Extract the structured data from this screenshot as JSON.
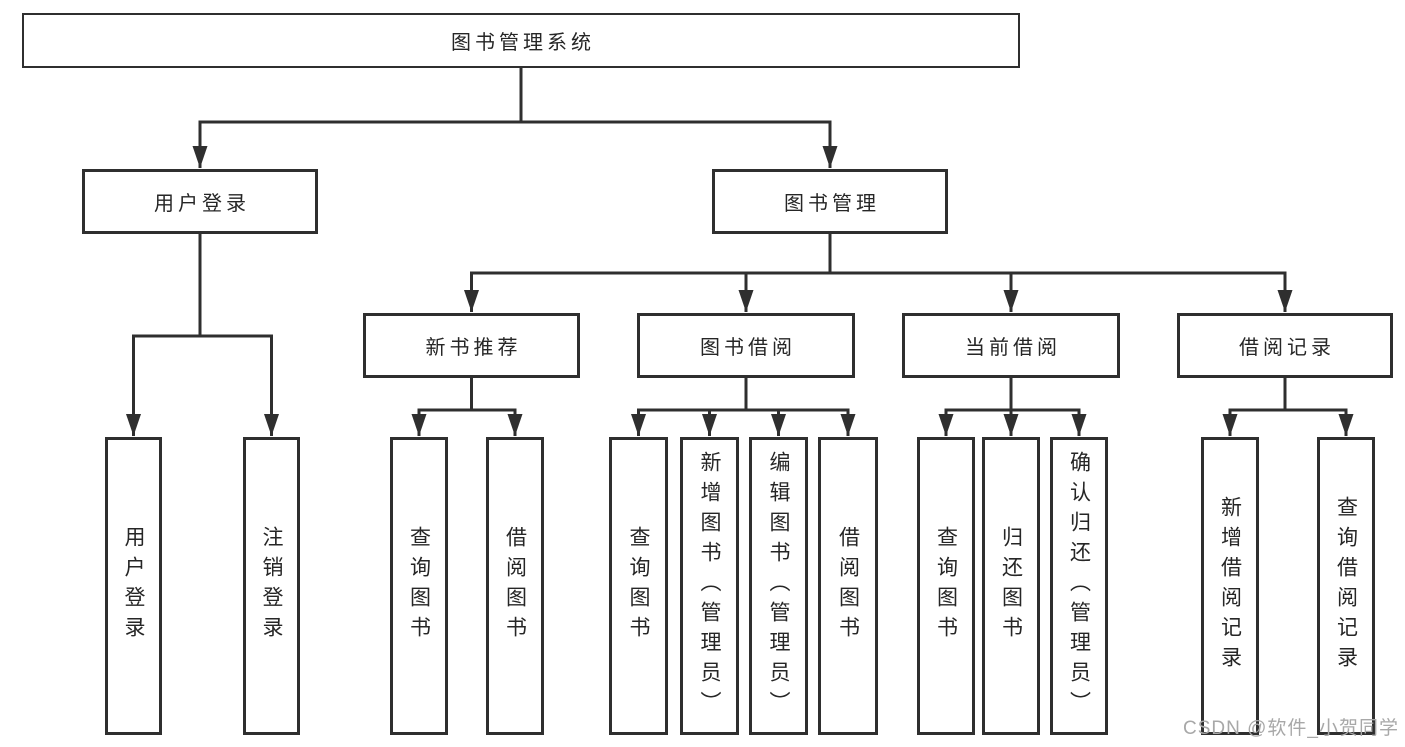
{
  "tree": {
    "root": "图书管理系统",
    "user_login": {
      "label": "用户登录",
      "children": {
        "login": "用户登录",
        "logout": "注销登录"
      }
    },
    "book_management": {
      "label": "图书管理",
      "sections": {
        "new_books": {
          "label": "新书推荐",
          "children": {
            "query": "查询图书",
            "borrow": "借阅图书"
          }
        },
        "borrowing": {
          "label": "图书借阅",
          "children": {
            "query": "查询图书",
            "add": "新增图书（管理员）",
            "edit": "编辑图书（管理员）",
            "borrow": "借阅图书"
          }
        },
        "current": {
          "label": "当前借阅",
          "children": {
            "query": "查询图书",
            "return": "归还图书",
            "confirm": "确认归还（管理员）"
          }
        },
        "records": {
          "label": "借阅记录",
          "children": {
            "add": "新增借阅记录",
            "query": "查询借阅记录"
          }
        }
      }
    }
  },
  "colors": {
    "line": "#2f2f2f",
    "box_border": "#2f2f2f",
    "text": "#262626",
    "watermark": "#a8a8a8"
  },
  "watermark": "CSDN @软件_小贺同学"
}
